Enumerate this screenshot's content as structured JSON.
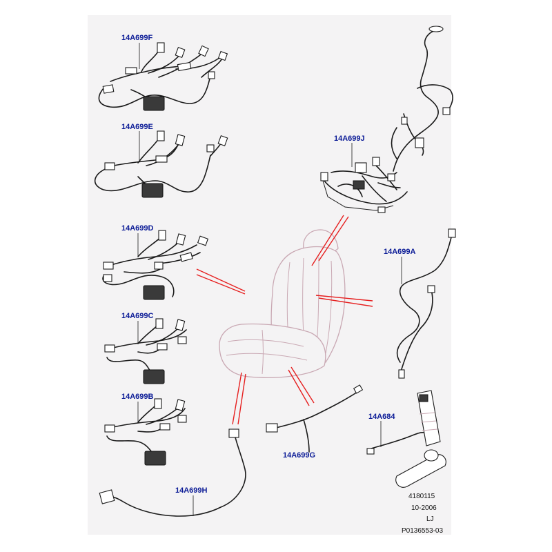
{
  "parts": [
    {
      "id": "F",
      "label": "14A699F"
    },
    {
      "id": "E",
      "label": "14A699E"
    },
    {
      "id": "D",
      "label": "14A699D"
    },
    {
      "id": "C",
      "label": "14A699C"
    },
    {
      "id": "B",
      "label": "14A699B"
    },
    {
      "id": "J",
      "label": "14A699J"
    },
    {
      "id": "A",
      "label": "14A699A"
    },
    {
      "id": "G",
      "label": "14A699G"
    },
    {
      "id": "H",
      "label": "14A699H"
    },
    {
      "id": "BELT",
      "label": "14A684"
    }
  ],
  "info": {
    "ref": "4180115",
    "date": "10-2006",
    "code": "LJ",
    "illustration": "P0136553-03"
  },
  "colors": {
    "part_label": "#0a1a96",
    "leader_red": "#e61e1e",
    "wire": "#1a1a1a",
    "seat_outline": "#c9a8b3",
    "background": "#f4f3f4"
  }
}
